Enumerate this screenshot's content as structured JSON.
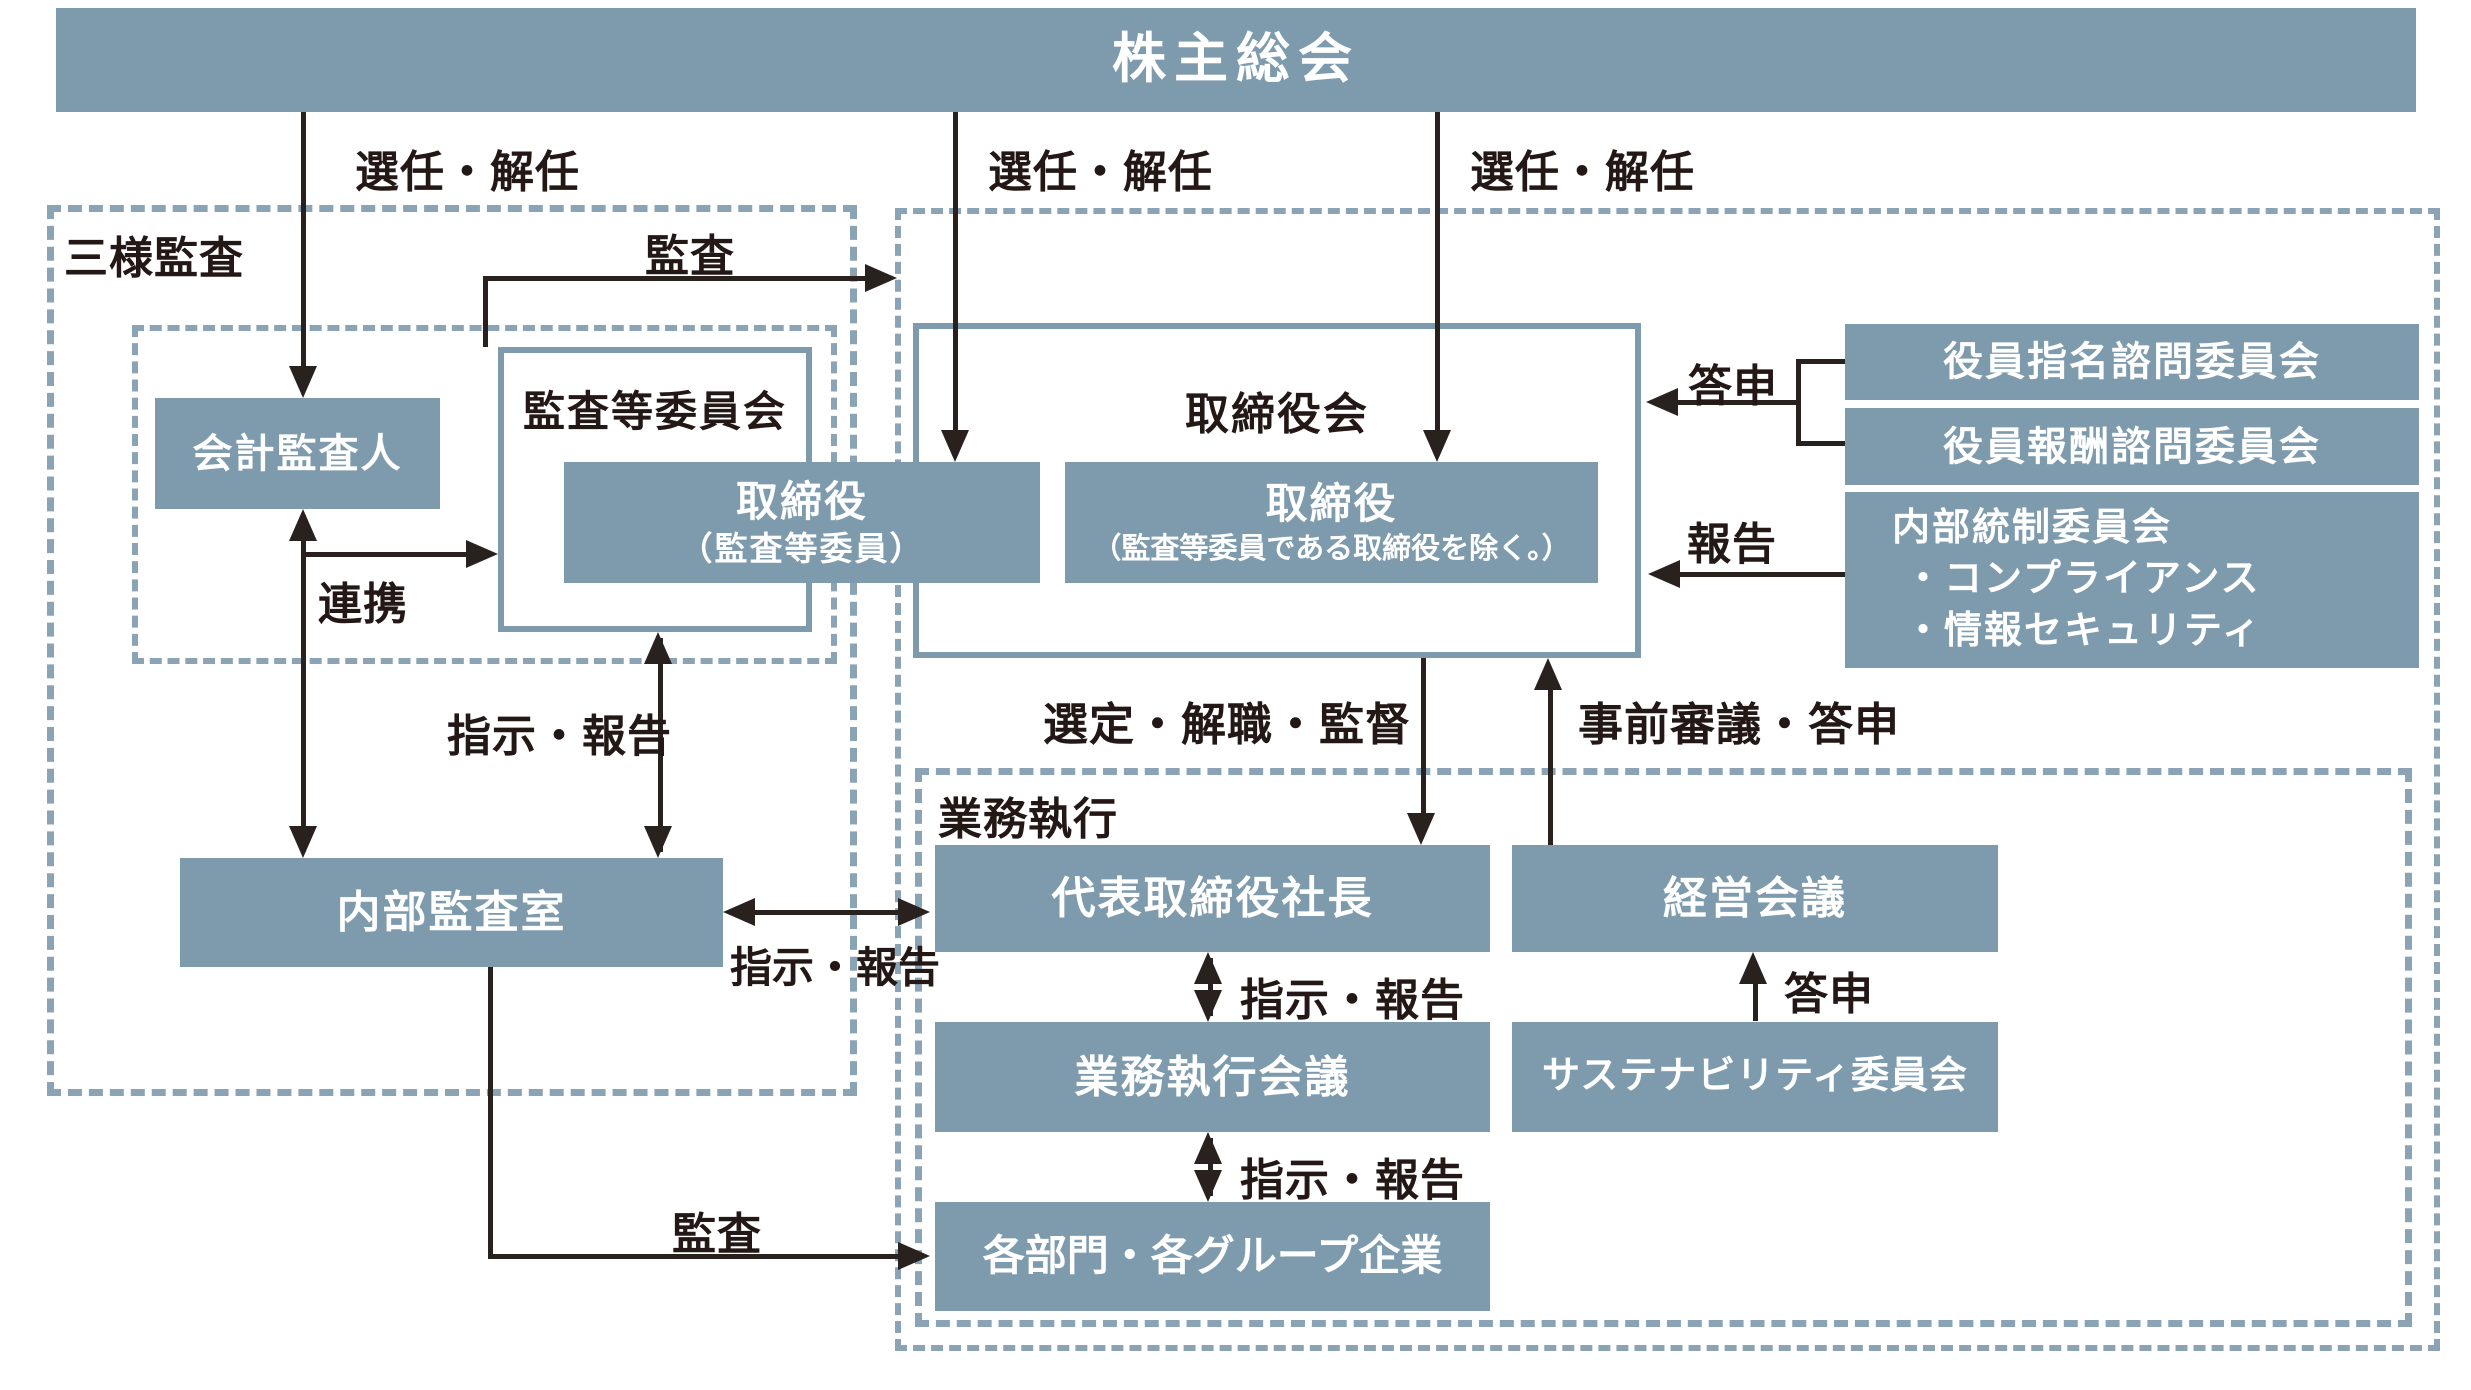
{
  "banner": {
    "label": "株主総会"
  },
  "colors": {
    "box_fill": "#7E9BAE",
    "dashed_border": "#8AA4B6",
    "solid_border": "#7E9BAE",
    "line_black": "#29211E",
    "text_black": "#231815",
    "text_white": "#FFFFFF",
    "background": "#FFFFFF"
  },
  "groups": {
    "sanyo_kansa": {
      "label": "三様監査"
    },
    "gyomu_shikko": {
      "label": "業務執行"
    }
  },
  "boxes": {
    "kaikei_kansanin": {
      "label": "会計監査人"
    },
    "kansato_iinkai": {
      "label": "監査等委員会"
    },
    "torishimariyaku_kansato": {
      "line1": "取締役",
      "line2": "（監査等委員）"
    },
    "torishimariyakukai": {
      "label": "取締役会"
    },
    "torishimariyaku_jomu": {
      "line1": "取締役",
      "line2": "（監査等委員である取締役を除く。）"
    },
    "yakuin_shimei": {
      "label": "役員指名諮問委員会"
    },
    "yakuin_hoshu": {
      "label": "役員報酬諮問委員会"
    },
    "naibu_tosei": {
      "line1": "内部統制委員会",
      "line2": "・コンプライアンス",
      "line3": "・情報セキュリティ"
    },
    "naibu_kansashitsu": {
      "label": "内部監査室"
    },
    "daihyo_shacho": {
      "label": "代表取締役社長"
    },
    "keiei_kaigi": {
      "label": "経営会議"
    },
    "gyomu_shikko_kaigi": {
      "label": "業務執行会議"
    },
    "sustainability_iinkai": {
      "label": "サステナビリティ委員会"
    },
    "kakubumon_group": {
      "label": "各部門・各グループ企業"
    }
  },
  "arrow_labels": {
    "sennin_kainin_1": "選任・解任",
    "sennin_kainin_2": "選任・解任",
    "sennin_kainin_3": "選任・解任",
    "kansa_top": "監査",
    "renkei": "連携",
    "shiji_hokoku_vertical": "指示・報告",
    "shiji_hokoku_naibu": "指示・報告",
    "toshin_left": "答申",
    "hokoku": "報告",
    "sentei_kaishoku_kantoku": "選定・解職・監督",
    "jizen_shingi_toshin": "事前審議・答申",
    "shiji_hokoku_1": "指示・報告",
    "toshin_right": "答申",
    "shiji_hokoku_2": "指示・報告",
    "kansa_bottom": "監査"
  }
}
